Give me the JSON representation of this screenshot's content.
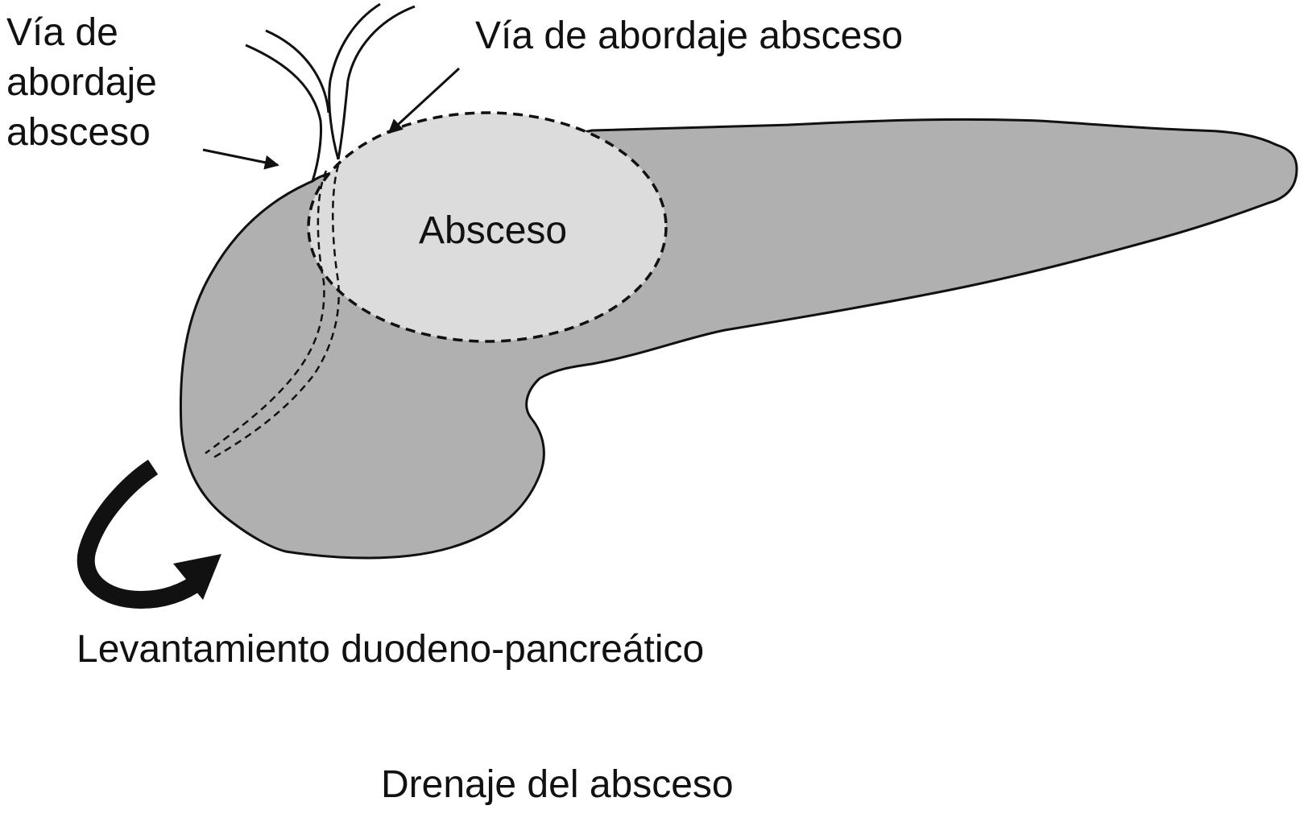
{
  "figure": {
    "labels": {
      "left_approach": [
        "Vía de",
        "abordaje",
        "absceso"
      ],
      "top_approach": "Vía de abordaje absceso",
      "abscess": "Absceso",
      "mobilization": "Levantamiento duodeno-pancreático",
      "drainage": "Drenaje del absceso"
    },
    "colors": {
      "pancreas_fill": "#b0b0b0",
      "abscess_fill": "#dcdcdc",
      "outline": "#111111",
      "background": "#ffffff"
    },
    "icons": {
      "mobilization_arrow": "curved-arrow-icon",
      "approach_arrows": "arrow-icon"
    }
  }
}
